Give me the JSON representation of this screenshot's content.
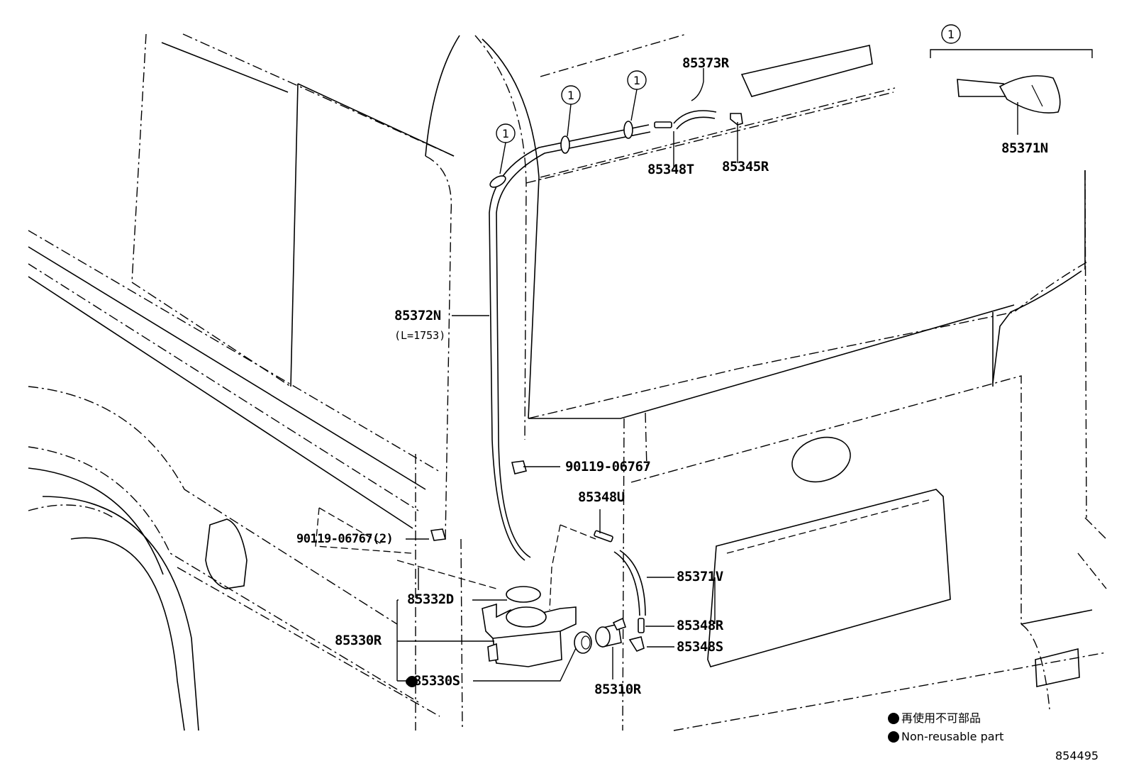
{
  "diagram": {
    "callout_symbol": "1",
    "note_circled_label": "1",
    "parts": [
      {
        "id": "85373R",
        "label": "85373R"
      },
      {
        "id": "85348T",
        "label": "85348T"
      },
      {
        "id": "85345R",
        "label": "85345R"
      },
      {
        "id": "85371N",
        "label": "85371N"
      },
      {
        "id": "85372N",
        "label": "85372N",
        "sub": "(L=1753)"
      },
      {
        "id": "90119-06767",
        "label": "90119-06767"
      },
      {
        "id": "85348U",
        "label": "85348U"
      },
      {
        "id": "90119-06767-2",
        "label": "90119-06767(2)"
      },
      {
        "id": "85371V",
        "label": "85371V"
      },
      {
        "id": "85332D",
        "label": "85332D"
      },
      {
        "id": "85348R",
        "label": "85348R"
      },
      {
        "id": "85330R",
        "label": "85330R"
      },
      {
        "id": "85348S",
        "label": "85348S"
      },
      {
        "id": "85330S",
        "label": "●85330S"
      },
      {
        "id": "85310R",
        "label": "85310R"
      }
    ],
    "legend": [
      {
        "text": "● 再使用不可部品"
      },
      {
        "text": "● Non-reusable part"
      }
    ],
    "reference_number": "854495"
  }
}
